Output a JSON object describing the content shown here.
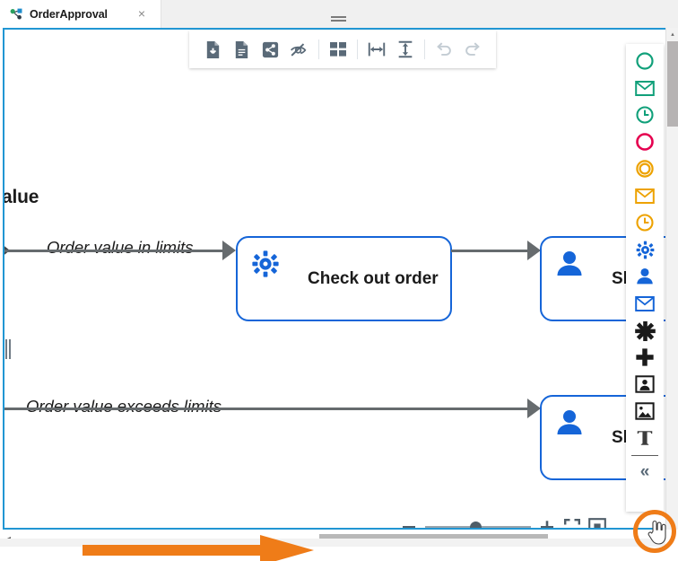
{
  "tab": {
    "title": "OrderApproval",
    "icon": "diagram-node-icon",
    "close_label": "×"
  },
  "toolbar": {
    "buttons": [
      {
        "name": "save-download-icon",
        "label": "Save",
        "state": "enabled"
      },
      {
        "name": "document-icon",
        "label": "Document",
        "state": "enabled"
      },
      {
        "name": "share-icon",
        "label": "Share",
        "state": "enabled"
      },
      {
        "name": "eye-slash-icon",
        "label": "Hide",
        "state": "enabled"
      },
      {
        "name": "grid-layout-icon",
        "label": "Layout",
        "state": "enabled"
      },
      {
        "name": "distribute-horizontal-icon",
        "label": "Distribute horizontally",
        "state": "enabled"
      },
      {
        "name": "distribute-vertical-icon",
        "label": "Distribute vertically",
        "state": "enabled"
      },
      {
        "name": "undo-icon",
        "label": "Undo",
        "state": "disabled"
      },
      {
        "name": "redo-icon",
        "label": "Redo",
        "state": "disabled"
      }
    ]
  },
  "palette": {
    "items": [
      {
        "name": "palette-start-event",
        "icon": "circle-outline-icon",
        "color": "#11a07a"
      },
      {
        "name": "palette-message-start-event",
        "icon": "envelope-icon",
        "color": "#11a07a"
      },
      {
        "name": "palette-timer-start-event",
        "icon": "clock-icon",
        "color": "#11a07a"
      },
      {
        "name": "palette-end-event",
        "icon": "circle-outline-icon",
        "color": "#e5004f"
      },
      {
        "name": "palette-intermediate-event",
        "icon": "double-circle-icon",
        "color": "#eda200"
      },
      {
        "name": "palette-message-intermediate-event",
        "icon": "envelope-icon",
        "color": "#eda200"
      },
      {
        "name": "palette-timer-intermediate-event",
        "icon": "clock-icon",
        "color": "#eda200"
      },
      {
        "name": "palette-service-task",
        "icon": "gear-icon",
        "color": "#1565d8"
      },
      {
        "name": "palette-user-task",
        "icon": "person-icon",
        "color": "#1565d8"
      },
      {
        "name": "palette-send-task",
        "icon": "envelope-icon",
        "color": "#1565d8"
      },
      {
        "name": "palette-gateway-complex",
        "icon": "burst-star-icon",
        "color": "#1b1b1b"
      },
      {
        "name": "palette-gateway-parallel",
        "icon": "plus-cross-icon",
        "color": "#1b1b1b"
      },
      {
        "name": "palette-pool-participant",
        "icon": "person-frame-icon",
        "color": "#1b1b1b"
      },
      {
        "name": "palette-image",
        "icon": "image-icon",
        "color": "#1b1b1b"
      },
      {
        "name": "palette-text-annotation",
        "icon": "text-t-icon",
        "color": "#3b3b3b"
      }
    ],
    "collapse_label": "«"
  },
  "canvas": {
    "cut_heading": "alue",
    "edges": [
      {
        "name": "edge-label-in-limits",
        "label": "Order value in limits"
      },
      {
        "name": "edge-label-exceeds-limits",
        "label": "Order value exceeds limits"
      }
    ],
    "nodes": [
      {
        "name": "node-check-out-order",
        "label": "Check out order",
        "icon": "gear-icon",
        "type": "service-task"
      },
      {
        "name": "node-ship-order-top",
        "label": "Sho",
        "icon": "person-icon",
        "type": "user-task"
      },
      {
        "name": "node-ship-order-bottom",
        "label": "Sh",
        "icon": "person-icon",
        "type": "user-task"
      }
    ]
  },
  "zoom_controls": {
    "zoom_out": "−",
    "zoom_in": "+",
    "fit_label": "Fit to screen",
    "center_label": "Center diagram"
  },
  "scrollbars": {
    "horizontal_left_arrow": "◂",
    "vertical_up_arrow": "▴",
    "vertical_down_arrow": "▾"
  },
  "annotations": {
    "arrow_name": "orange-pointer-arrow",
    "circle_name": "orange-highlight-circle",
    "cursor_name": "hand-cursor"
  },
  "colors": {
    "accent_blue": "#2196d3",
    "node_blue": "#1565d8",
    "annotation_orange": "#ef7c18",
    "connector_gray": "#666b6e"
  }
}
